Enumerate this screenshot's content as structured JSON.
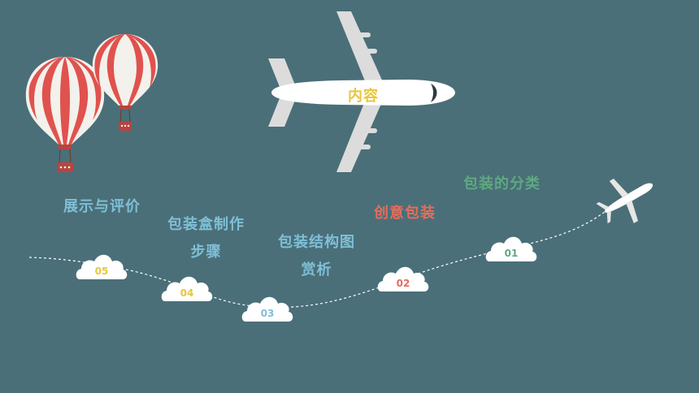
{
  "colors": {
    "background": "#4a6f78",
    "cloud": "#ffffff",
    "plane": "#e6e6e6",
    "balloon_red": "#e0524e",
    "balloon_white": "#f3f1ec",
    "step1": "#5fa880",
    "step2": "#e46d5c",
    "step3": "#7fbfd6",
    "step4": "#e8c53d",
    "step5": "#e8c53d",
    "title": "#e8c53d"
  },
  "title": "内容",
  "steps": [
    {
      "num": "01",
      "label_lines": [
        "包装的分类"
      ]
    },
    {
      "num": "02",
      "label_lines": [
        "创意包装"
      ]
    },
    {
      "num": "03",
      "label_lines": [
        "包装结构图",
        "赏析"
      ]
    },
    {
      "num": "04",
      "label_lines": [
        "包装盒制作",
        "步骤"
      ]
    },
    {
      "num": "05",
      "label_lines": [
        "展示与评价"
      ]
    }
  ],
  "label_colors": [
    "#5fa880",
    "#e46d5c",
    "#7fbfd6",
    "#7fbfd6",
    "#7fbfd6"
  ],
  "icons": [
    "balloon-icon",
    "airplane-icon",
    "cloud-icon"
  ]
}
